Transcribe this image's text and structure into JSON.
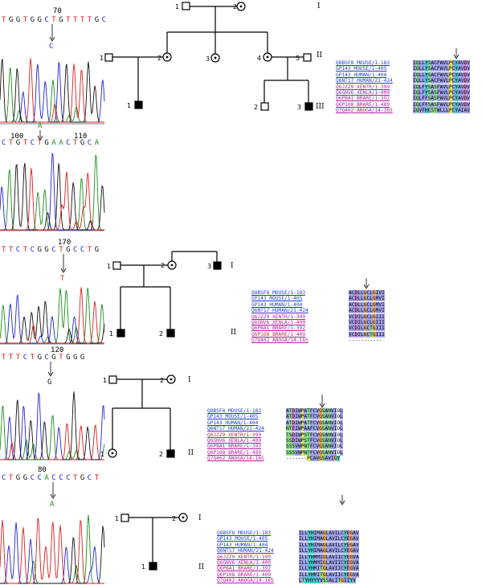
{
  "colors": {
    "A": "#1a8f1a",
    "C": "#2323d8",
    "G": "#111111",
    "T": "#d82020",
    "name_blue": "#1d3fd0",
    "name_magenta": "#b0209a"
  },
  "panels": [
    {
      "id": "p1",
      "seq_top": "TGGTGGCTGTTTTGC",
      "tick_top": "70",
      "base_top": "C",
      "seq_mid": "CTGTCTGAACTGCA",
      "ticks_mid": [
        "100",
        "110"
      ],
      "base_mid": "A",
      "generations": [
        "I",
        "II",
        "III"
      ],
      "pedigree_numbers": [
        "1",
        "2",
        "1",
        "2",
        "3",
        "4",
        "5",
        "1",
        "2",
        "3"
      ],
      "align_names": [
        "Q8BSF8_MOUSE/1-183",
        "GP143_MOUSE/1-405",
        "GP143_HUMAN/1-404",
        "Q6NT17_HUMAN/21-424",
        "Q6JZZ9_XENTR/1-399",
        "Q6GNV6_XENLA/1-400",
        "Q6PBA1_BRARE/1-392",
        "Q6P108_BRARE/1-409",
        "Q7Q462_ANOGA/14-165"
      ],
      "align_seqs": [
        "IQLLYSACFWVLPCYAVDV",
        "IQLLYSACFWVLPCYAVDV",
        "IQLLYSACFWVLPCYAVDV",
        "IQLLYSACFWVLPCYAVDV",
        "IQLFYSASFWVLPCYAVDV",
        "IQLFYSASFWVLPCYAVDV",
        "IQLFFSASFWVLPCYAVDV",
        "IQLFFSASFWVLPCYAVDV",
        "IQVFHCSTWLLLPCYAIAV"
      ]
    },
    {
      "id": "p2",
      "seq_top": "TTCTCGGCTGCCTG",
      "tick_top": "170",
      "base_top": "T",
      "generations": [
        "I",
        "II"
      ],
      "pedigree_numbers": [
        "1",
        "2",
        "3",
        "1",
        "2"
      ],
      "align_names": [
        "Q8BSF8_MOUSE/1-183",
        "GP143_MOUSE/1-405",
        "GP143_HUMAN/1-404",
        "Q6NT17_HUMAN/21-424",
        "Q6JZZ9_XENTR/1-399",
        "Q6GNV6_XENLA/1-400",
        "Q6PBA1_BRARE/1-392",
        "Q6P108_BRARE/1-409",
        "Q7Q462_ANOGA/14-165"
      ],
      "align_seqs": [
        "ACDLLGCLGIVI",
        "ACDLLGCLGMVI",
        "ACDLLGCLGMVI",
        "ACDLLGCLGMVI",
        "VCDILGCLGIII",
        "VCDILGCLGIII",
        "VCDILGCTGIII",
        "VCDILGCTGIII",
        "-----------"
      ]
    },
    {
      "id": "p3",
      "seq_top": "TTTCTGCGTGGG",
      "tick_top": "120",
      "base_top": "G",
      "generations": [
        "I",
        "II"
      ],
      "pedigree_numbers": [
        "1",
        "2",
        "1",
        "2"
      ],
      "align_names": [
        "Q8BSF8_MOUSE/1-183",
        "GP143_MOUSE/1-405",
        "GP143_HUMAN/1-404",
        "Q6NT17_HUMAN/21-424",
        "Q6JZZ9_XENTR/1-399",
        "Q6GNV6_XENLA/1-400",
        "Q6PBA1_BRARE/1-392",
        "Q6P108_BRARE/1-409",
        "Q7Q462_ANOGA/14-165"
      ],
      "align_seqs": [
        "ATDIWPATFCVGSANVIOL",
        "ATDIWPATFCVGSANVIOL",
        "ATDIWPATFCVGSANVIOL",
        "NTEIWPAAFCVGSANVIOL",
        "TSDIWPSTFCVGSANVIOL",
        "SSDIWPSTFCVGSANVIOL",
        "SSSVWPNTFCVGSANVIOL",
        "SSSVWPNTFCVGSANVIOL",
        "-------PCAVGSAVIGY"
      ]
    },
    {
      "id": "p4",
      "seq_top": "CTGGCCACCCTGCT",
      "tick_top": "80",
      "base_top": "A",
      "generations": [
        "I",
        "II"
      ],
      "pedigree_numbers": [
        "1",
        "2",
        "1"
      ],
      "align_names": [
        "Q8BSF8_MOUSE/1-183",
        "GP143_MOUSE/1-405",
        "GP143_HUMAN/1-404",
        "Q6NT17_HUMAN/21-424",
        "Q6JZZ9_XENTR/1-399",
        "Q6GNV6_XENLA/1-400",
        "Q6PBA1_BRARE/1-392",
        "Q6P108_BRARE/1-409",
        "Q7Q462_ANOGA/14-165"
      ],
      "align_seqs": [
        "ILLYHIMAGLAVILCYEGAV",
        "ILLYHIMAGLAVILCYEGAV",
        "ILLYHIMAGLAVILCYEGAV",
        "ILLYHIMAGLAVILCYEGAV",
        "ILLYHMMIGLAVIICYEGVA",
        "ILLYHMMIGLAVIICYEGVA",
        "ILLYHMITGLAVIICYEGVA",
        "ILLYHMITGLAVIICYEGVA",
        "LTYHYYYVSSALITGIIYV"
      ]
    }
  ]
}
